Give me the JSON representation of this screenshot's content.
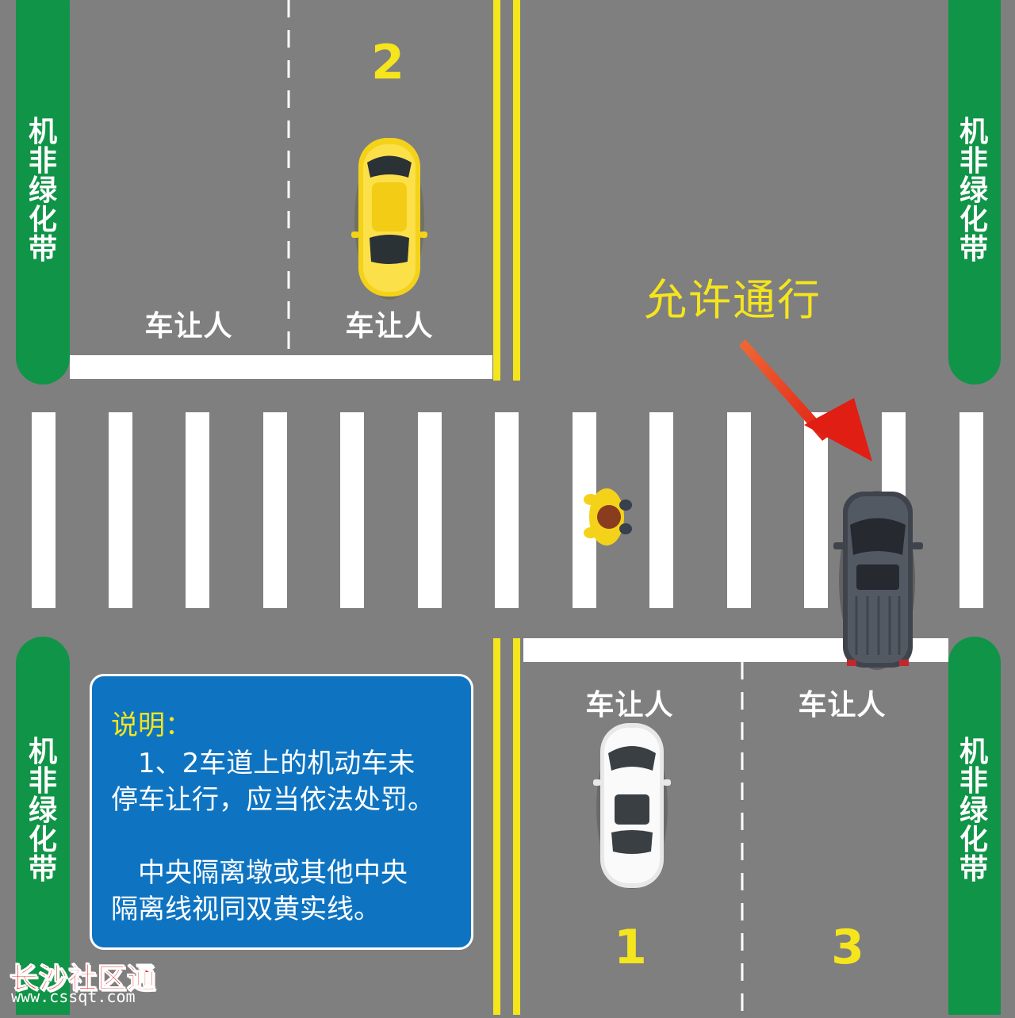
{
  "labels": {
    "green_belt": "机非绿化带",
    "yield": "车让人",
    "allow": "允许通行",
    "lane_1": "1",
    "lane_2": "2",
    "lane_3": "3"
  },
  "note": {
    "title": "说明：",
    "lines": [
      "　1、2车道上的机动车未",
      "停车让行，应当依法处罚。",
      "　中央隔离墩或其他中央",
      "隔离线视同双黄实线。"
    ]
  },
  "watermark": {
    "name": "长沙社区通",
    "url": "www.cssqt.com"
  },
  "colors": {
    "road": "#7f7f80",
    "green_belt": "#109447",
    "yellow_line": "#f5e51c",
    "note_box": "#0e74c2",
    "arrow": "#e8281e"
  }
}
